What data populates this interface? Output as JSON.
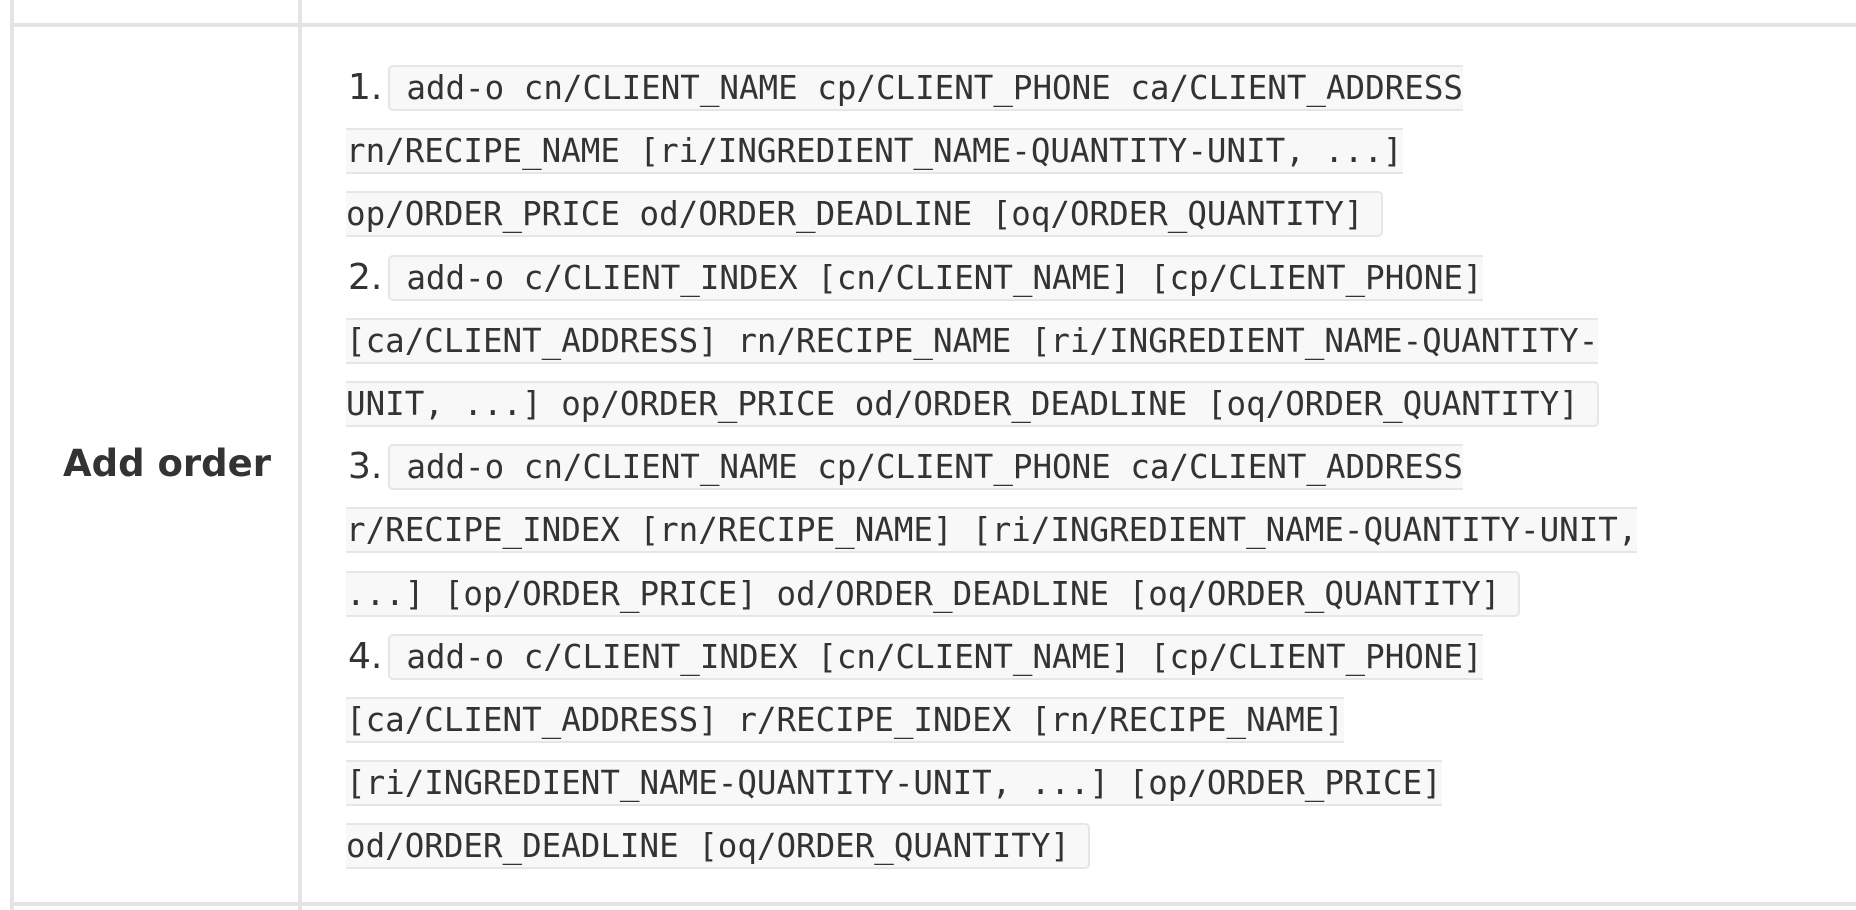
{
  "row_label": "Add order",
  "commands": [
    {
      "number": "1.",
      "lines": [
        "add-o cn/CLIENT_NAME cp/CLIENT_PHONE ca/CLIENT_ADDRESS",
        "rn/RECIPE_NAME [ri/INGREDIENT_NAME-QUANTITY-UNIT, ...]",
        "op/ORDER_PRICE od/ORDER_DEADLINE [oq/ORDER_QUANTITY]"
      ]
    },
    {
      "number": "2.",
      "lines": [
        "add-o c/CLIENT_INDEX [cn/CLIENT_NAME] [cp/CLIENT_PHONE]",
        "[ca/CLIENT_ADDRESS] rn/RECIPE_NAME [ri/INGREDIENT_NAME-QUANTITY-",
        "UNIT, ...] op/ORDER_PRICE od/ORDER_DEADLINE [oq/ORDER_QUANTITY]"
      ]
    },
    {
      "number": "3.",
      "lines": [
        "add-o cn/CLIENT_NAME cp/CLIENT_PHONE ca/CLIENT_ADDRESS",
        "r/RECIPE_INDEX [rn/RECIPE_NAME] [ri/INGREDIENT_NAME-QUANTITY-UNIT,",
        "...] [op/ORDER_PRICE] od/ORDER_DEADLINE [oq/ORDER_QUANTITY]"
      ]
    },
    {
      "number": "4.",
      "lines": [
        "add-o c/CLIENT_INDEX [cn/CLIENT_NAME] [cp/CLIENT_PHONE]",
        "[ca/CLIENT_ADDRESS] r/RECIPE_INDEX [rn/RECIPE_NAME]",
        "[ri/INGREDIENT_NAME-QUANTITY-UNIT, ...] [op/ORDER_PRICE]",
        "od/ORDER_DEADLINE [oq/ORDER_QUANTITY]"
      ]
    }
  ]
}
